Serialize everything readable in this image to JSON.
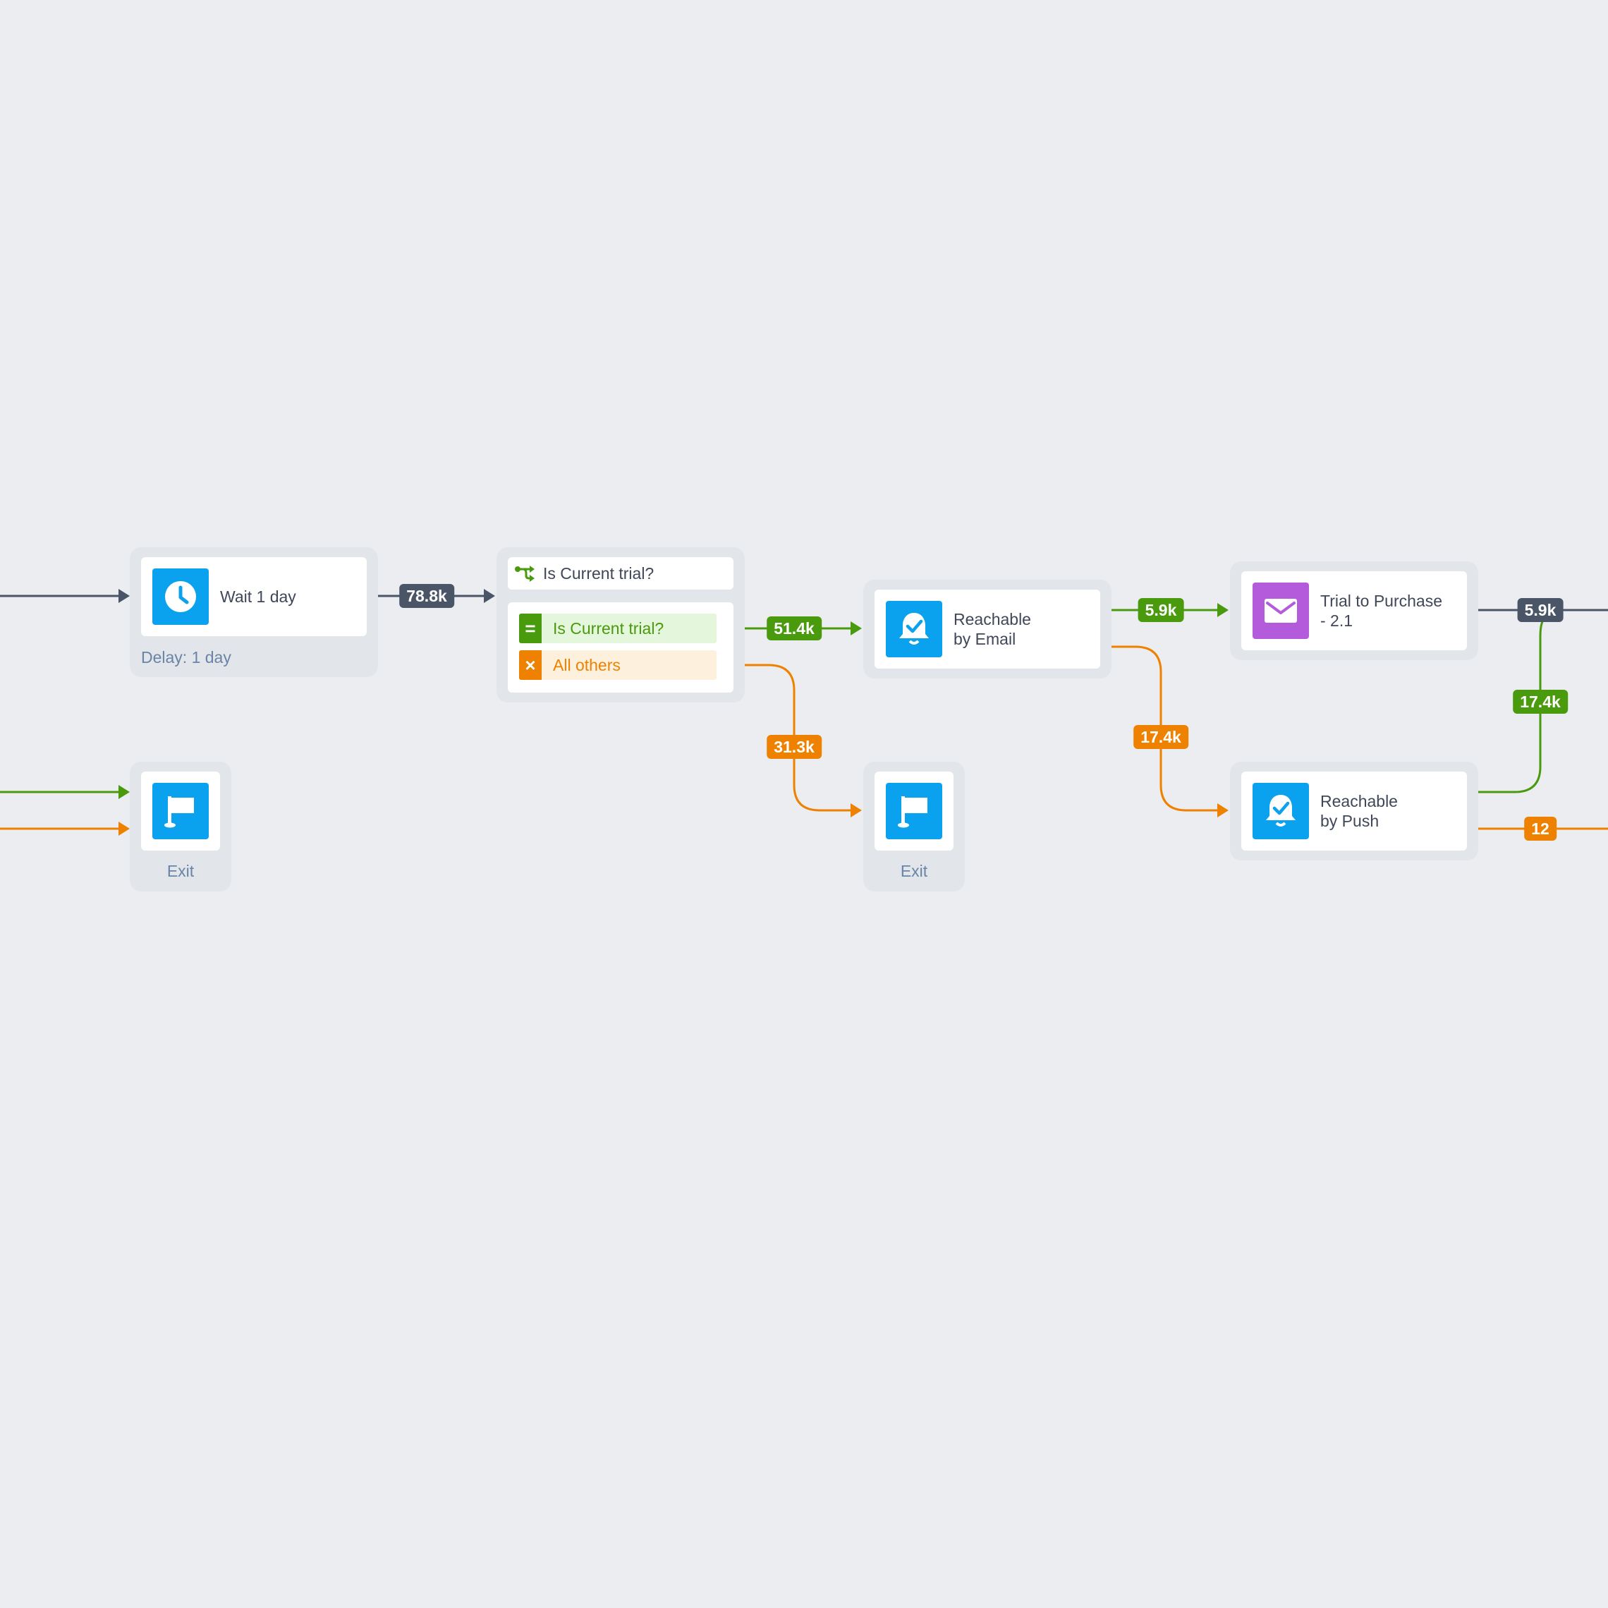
{
  "colors": {
    "background": "#ebedf0",
    "gray_edge": "#4a5568",
    "green_edge": "#4a9a0d",
    "orange_edge": "#ee8200",
    "icon_blue": "#0aa2ef",
    "icon_purple": "#b45bdb"
  },
  "nodes": {
    "wait": {
      "label": "Wait 1 day",
      "sub_label": "Delay: 1 day",
      "icon": "clock-icon"
    },
    "split": {
      "title": "Is Current trial?",
      "icon": "split-icon",
      "branches": [
        {
          "tag": "=",
          "label": "Is Current trial?"
        },
        {
          "tag": "×",
          "label": "All others"
        }
      ]
    },
    "exit_left": {
      "label": "Exit",
      "icon": "flag-icon"
    },
    "exit_middle": {
      "label": "Exit",
      "icon": "flag-icon"
    },
    "reachable_email": {
      "label": "Reachable\nby Email",
      "icon": "bell-check-icon"
    },
    "trial_to_purchase": {
      "label": "Trial to Purchase\n- 2.1",
      "icon": "envelope-icon"
    },
    "reachable_push": {
      "label": "Reachable\nby Push",
      "icon": "bell-check-icon"
    }
  },
  "edges": {
    "wait_to_split": "78.8k",
    "split_yes_to_email": "51.4k",
    "split_no_to_exit": "31.3k",
    "email_yes_to_trial": "5.9k",
    "email_no_to_push": "17.4k",
    "trial_out": "5.9k",
    "push_yes_to_trial": "17.4k",
    "push_no_out": "12"
  }
}
